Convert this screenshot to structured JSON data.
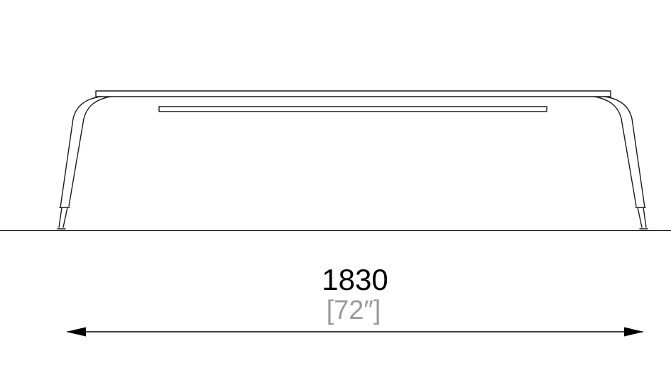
{
  "drawing": {
    "title": "bench-front-elevation",
    "dimension": {
      "value_mm": "1830",
      "value_in": "[72″]"
    },
    "colors": {
      "line": "#1c1c1c",
      "dim_line": "#000000",
      "dim_text_primary": "#000000",
      "dim_text_secondary": "#9b9b9b",
      "background": "#ffffff"
    }
  }
}
